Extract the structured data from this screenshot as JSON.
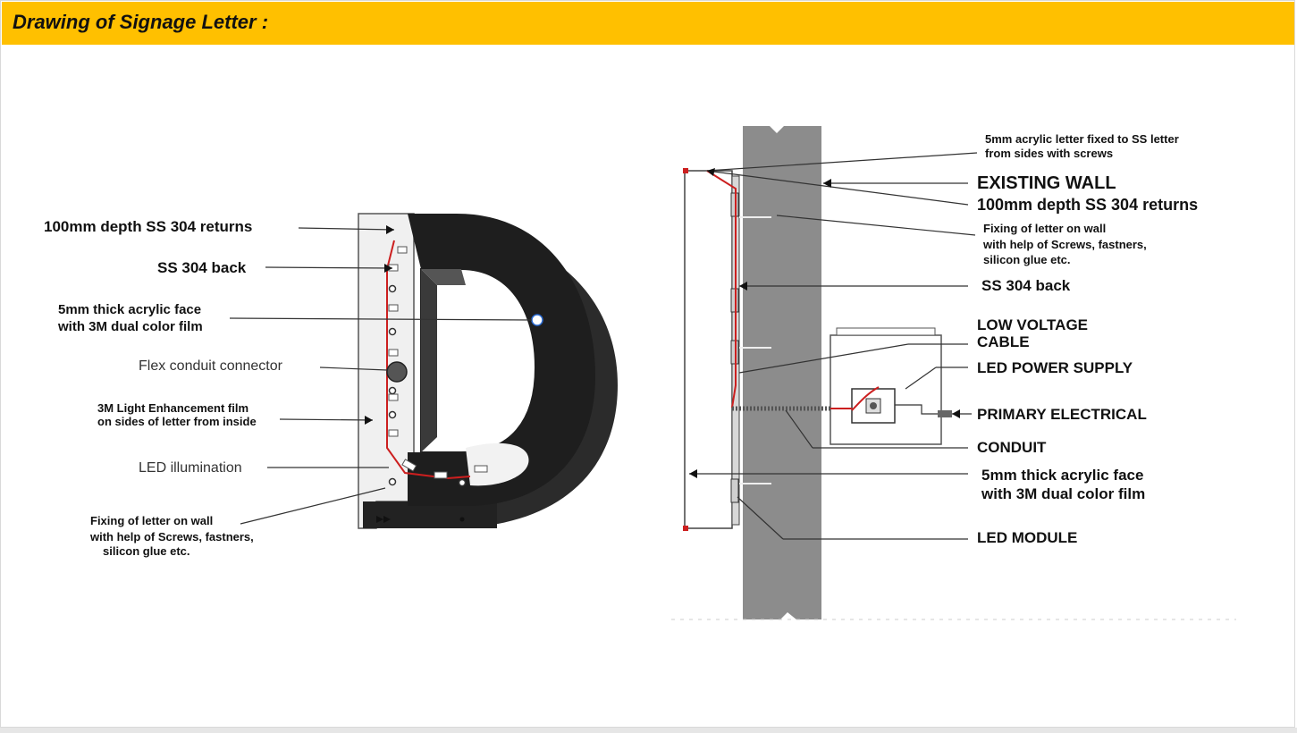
{
  "header": {
    "title": "Drawing of Signage Letter :",
    "background_color": "#ffc000"
  },
  "colors": {
    "wire_red": "#cc1f1f",
    "wall_gray": "#8c8c8c",
    "letter_black": "#1e1e1e"
  },
  "left_labels": {
    "returns": "100mm depth SS 304 returns",
    "back": "SS 304 back",
    "acrylic_face_line1": "5mm thick acrylic face",
    "acrylic_face_line2": "with 3M dual color film",
    "flex_conduit": "Flex conduit connector",
    "light_film_line1": "3M Light Enhancement film",
    "light_film_line2": "on sides of letter from inside",
    "led_illumination": "LED illumination",
    "fixing_line1": "Fixing of letter on wall",
    "fixing_line2": "with help of Screws, fastners,",
    "fixing_line3": "silicon glue etc."
  },
  "right_labels": {
    "acrylic_fixed_line1": "5mm acrylic letter fixed to SS letter",
    "acrylic_fixed_line2": "from sides with screws",
    "existing_wall": "EXISTING WALL",
    "returns": "100mm depth SS 304 returns",
    "fixing_line1": "Fixing of letter on wall",
    "fixing_line2": "with help of Screws, fastners,",
    "fixing_line3": "silicon glue etc.",
    "back": "SS 304 back",
    "low_voltage_line1": "LOW VOLTAGE",
    "low_voltage_line2": "CABLE",
    "led_power_supply": "LED POWER SUPPLY",
    "primary_electrical": "PRIMARY ELECTRICAL",
    "conduit": "CONDUIT",
    "acrylic_face_line1": "5mm thick acrylic face",
    "acrylic_face_line2": "with 3M dual color film",
    "led_module": "LED MODULE"
  }
}
